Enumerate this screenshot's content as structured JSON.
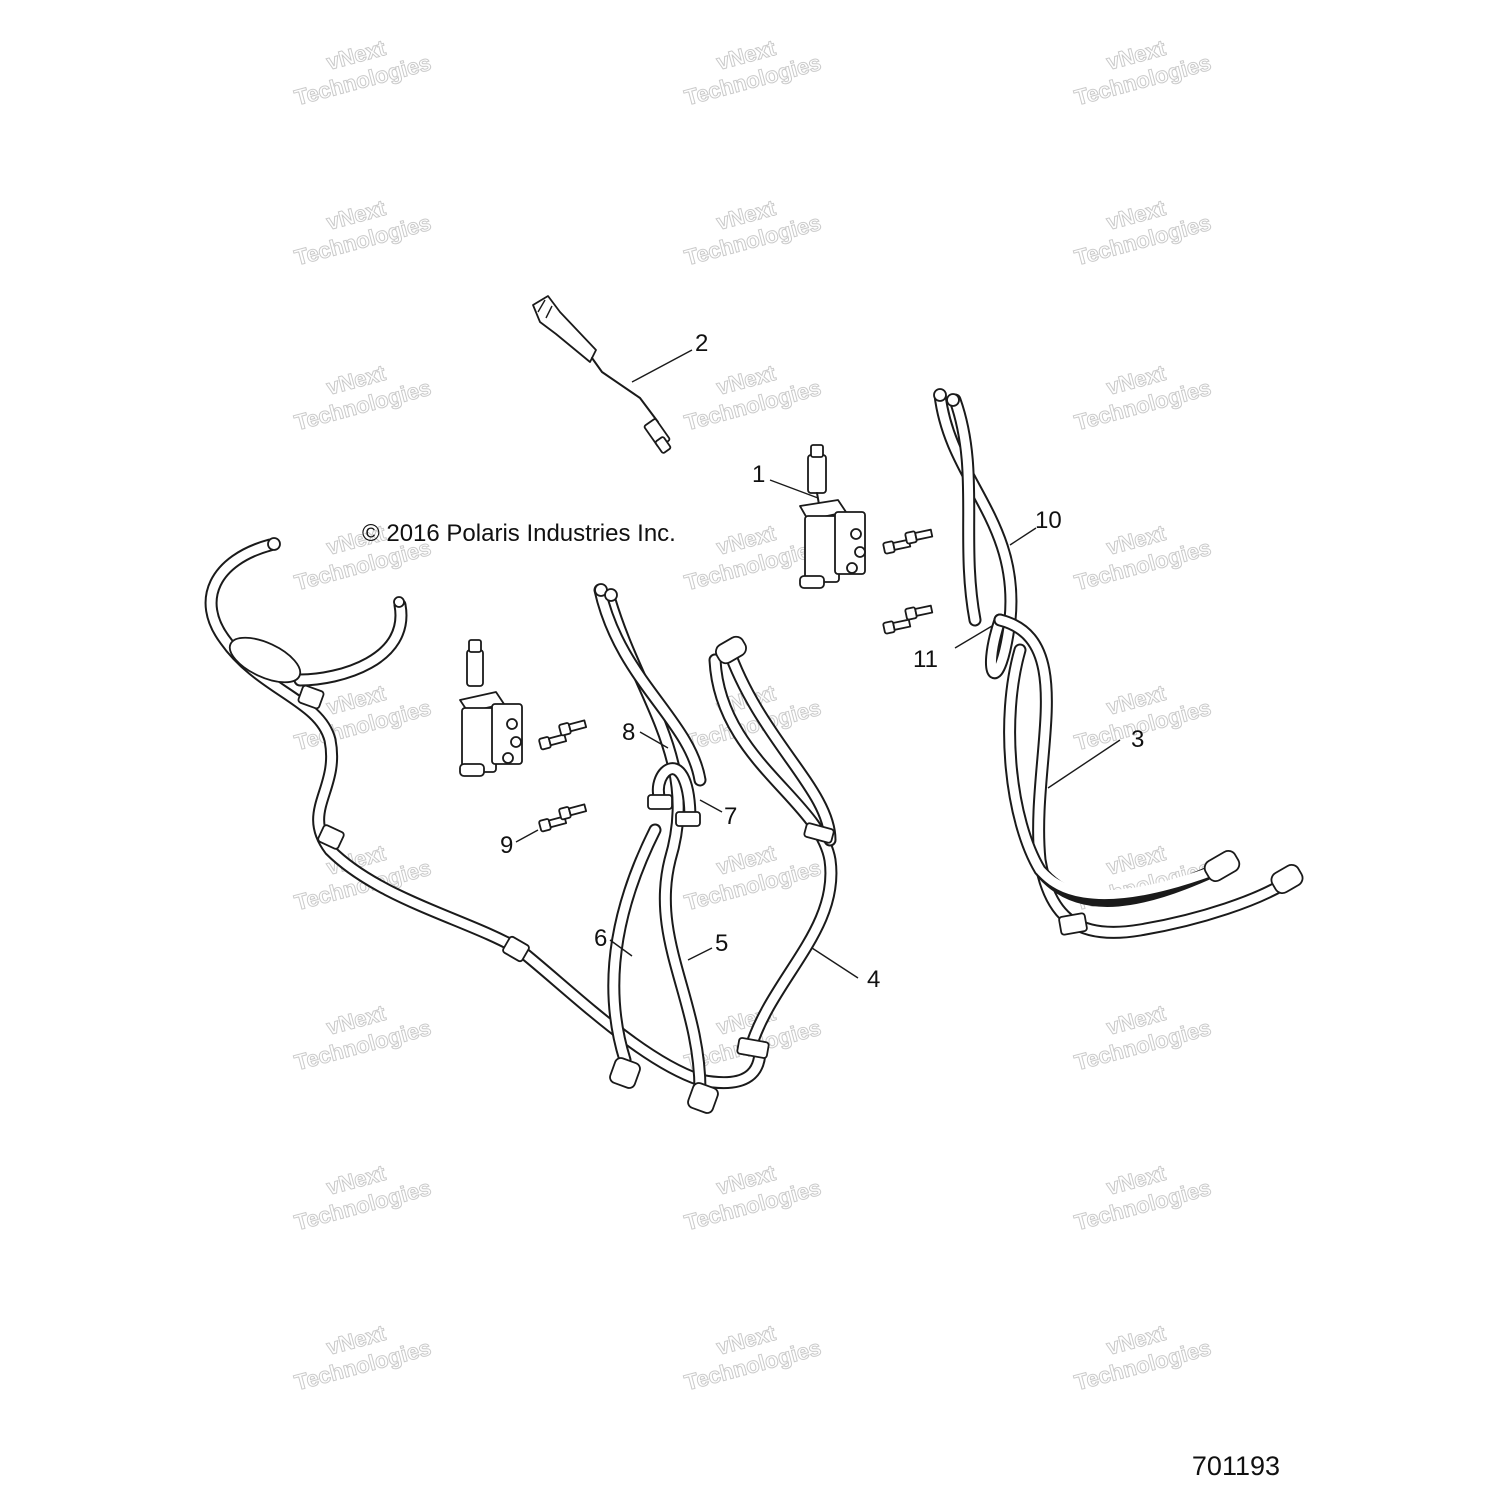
{
  "diagram": {
    "copyright": "© 2016 Polaris Industries Inc.",
    "reference_number": "701193",
    "watermark": {
      "line1": "vNext",
      "line2": "Technologies"
    },
    "callouts": [
      {
        "id": "1",
        "label": "1"
      },
      {
        "id": "2",
        "label": "2"
      },
      {
        "id": "3",
        "label": "3"
      },
      {
        "id": "4",
        "label": "4"
      },
      {
        "id": "5",
        "label": "5"
      },
      {
        "id": "6",
        "label": "6"
      },
      {
        "id": "7",
        "label": "7"
      },
      {
        "id": "8",
        "label": "8"
      },
      {
        "id": "9",
        "label": "9"
      },
      {
        "id": "10",
        "label": "10"
      },
      {
        "id": "11",
        "label": "11"
      }
    ]
  }
}
